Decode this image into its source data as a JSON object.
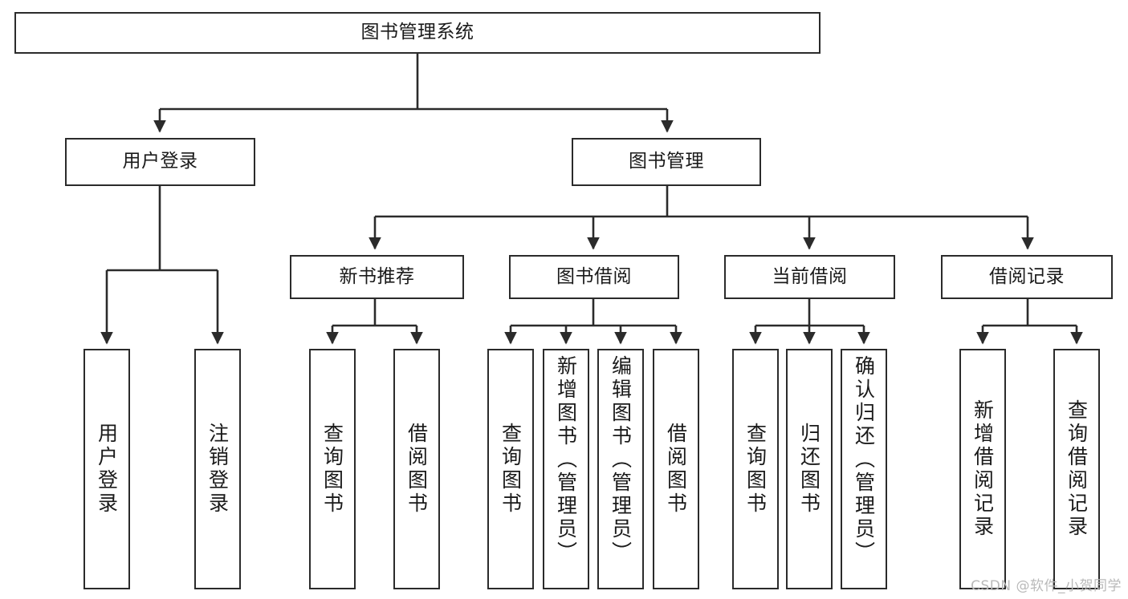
{
  "diagram": {
    "type": "tree",
    "title": "图书管理系统",
    "watermark": "CSDN @软件_小贺同学",
    "colors": {
      "background": "#ffffff",
      "stroke": "#2b2b2b",
      "text": "#1a1a1a",
      "watermark": "#b9b9b9"
    },
    "nodes": {
      "root": {
        "label": "图书管理系统"
      },
      "level2": [
        {
          "label": "用户登录"
        },
        {
          "label": "图书管理"
        }
      ],
      "level3": [
        {
          "label": "新书推荐"
        },
        {
          "label": "图书借阅"
        },
        {
          "label": "当前借阅"
        },
        {
          "label": "借阅记录"
        }
      ],
      "leaves": {
        "user_login": [
          {
            "label": "用户登录"
          },
          {
            "label": "注销登录"
          }
        ],
        "new_book": [
          {
            "label": "查询图书"
          },
          {
            "label": "借阅图书"
          }
        ],
        "borrow_book": [
          {
            "label": "查询图书"
          },
          {
            "label": "新增图书（管理员）"
          },
          {
            "label": "编辑图书（管理员）"
          },
          {
            "label": "借阅图书"
          }
        ],
        "current_borrow": [
          {
            "label": "查询图书"
          },
          {
            "label": "归还图书"
          },
          {
            "label": "确认归还（管理员）"
          }
        ],
        "borrow_record": [
          {
            "label": "新增借阅记录"
          },
          {
            "label": "查询借阅记录"
          }
        ]
      }
    }
  }
}
